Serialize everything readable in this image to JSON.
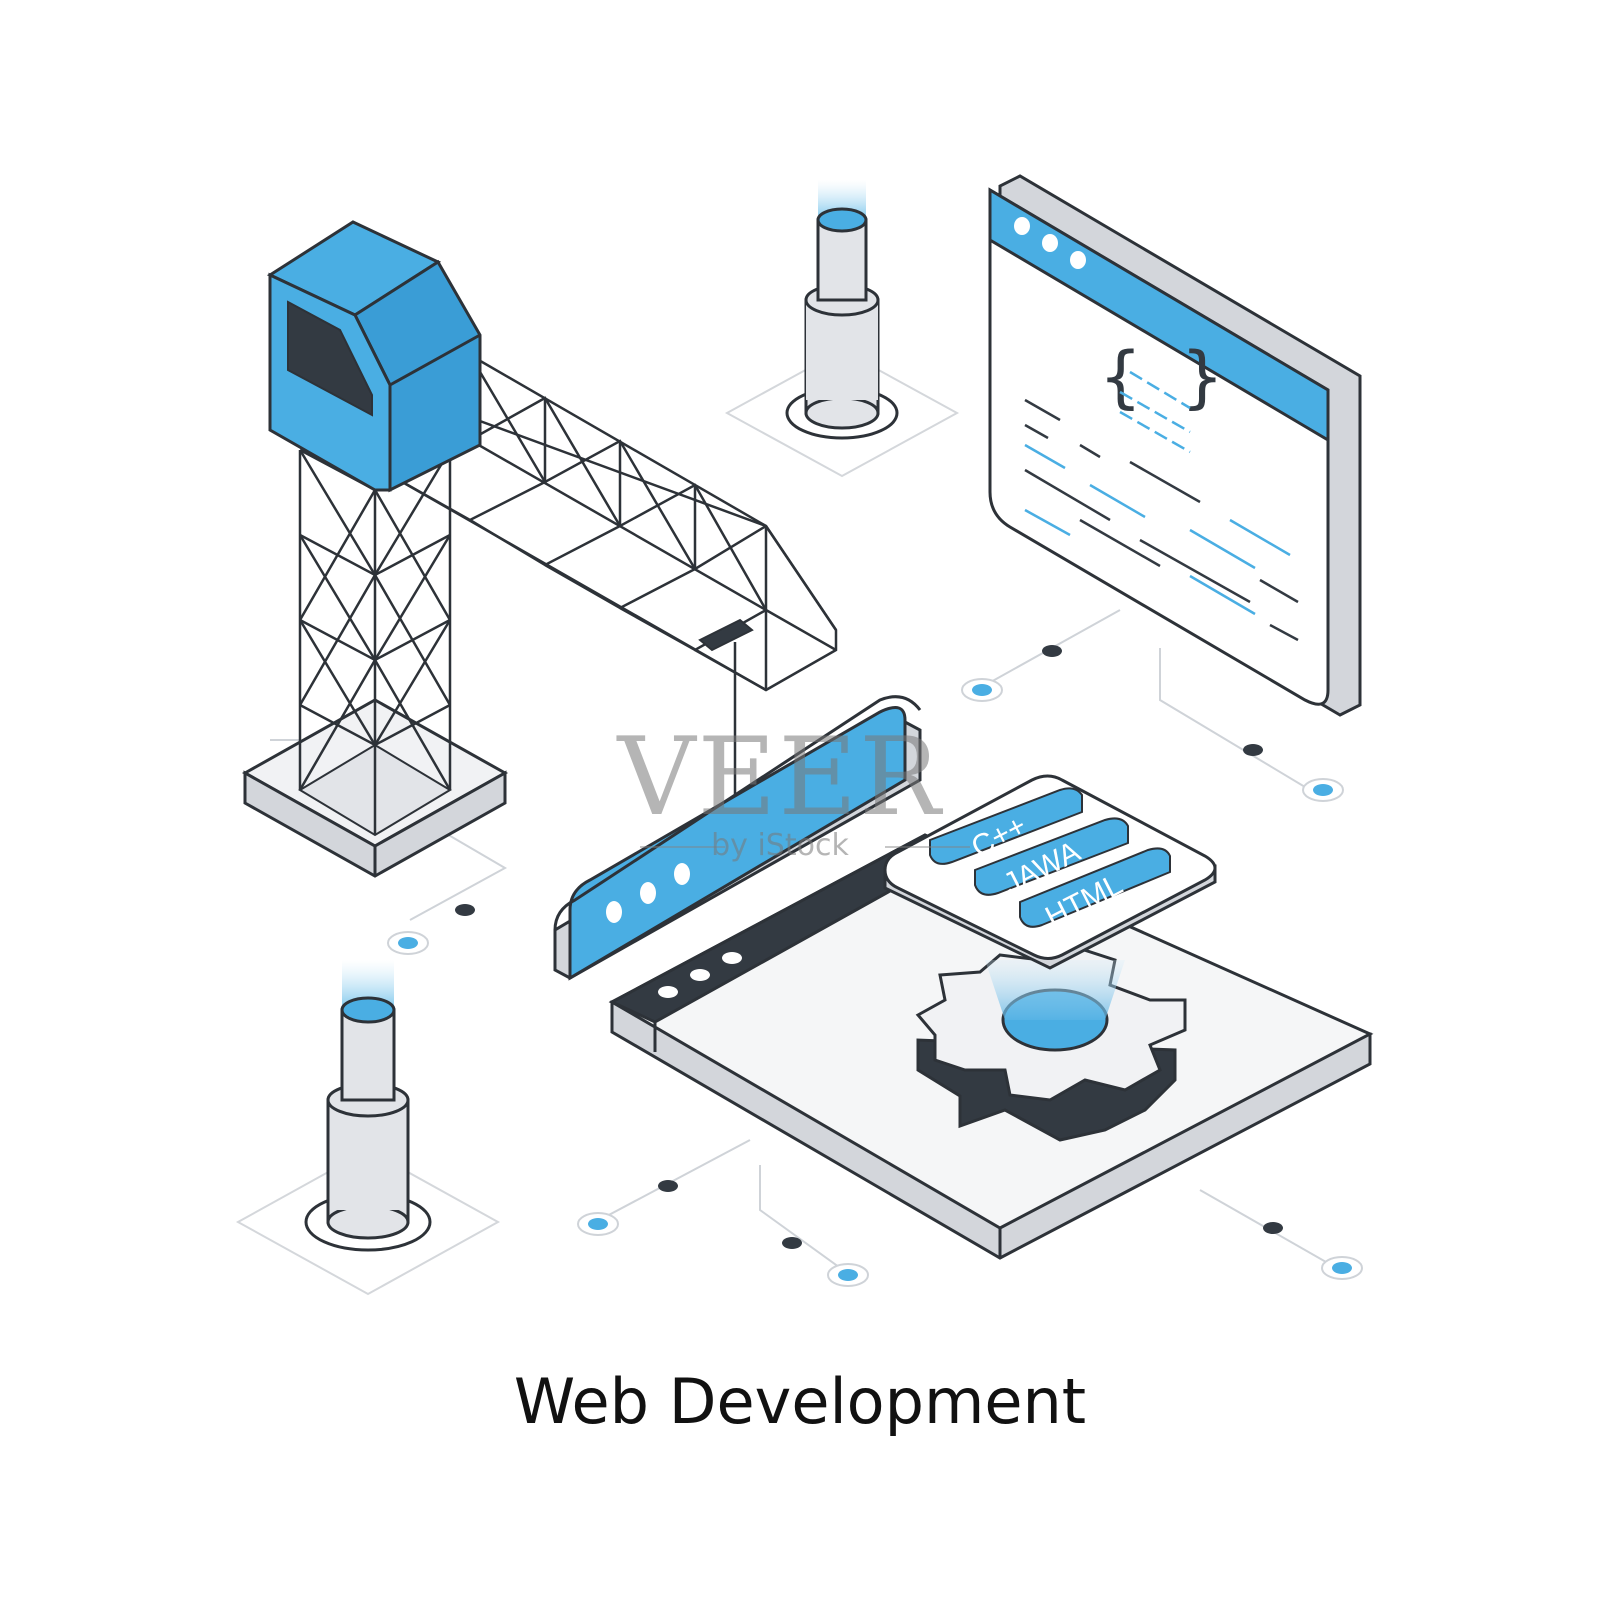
{
  "title": "Web Development",
  "languages": [
    "C++",
    "JAWA",
    "HTML"
  ],
  "code_braces": "{ }",
  "watermark": {
    "brand": "VEER",
    "sub": "by iStock"
  },
  "colors": {
    "blue": "#4aaee3",
    "dark": "#333a42",
    "light_gray": "#e2e4e8",
    "outline": "#2d3238"
  },
  "icons": [
    "crane-icon",
    "gear-icon",
    "browser-window-icon",
    "code-window-icon",
    "pillar-icon",
    "connector-dot-icon"
  ]
}
